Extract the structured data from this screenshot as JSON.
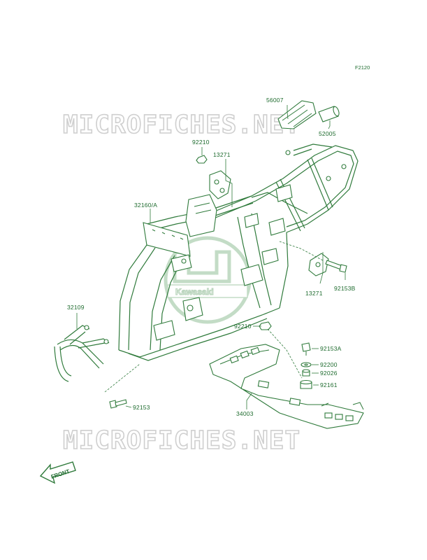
{
  "diagram_code": "F2120",
  "watermark_text": "MICROFICHES.NET",
  "logo_text": "Kawasaki",
  "front_label": "FRONT",
  "parts": [
    {
      "number": "56007"
    },
    {
      "number": "52005"
    },
    {
      "number": "92210"
    },
    {
      "number": "13271"
    },
    {
      "number": "32160/A"
    },
    {
      "number": "13271"
    },
    {
      "number": "92153B"
    },
    {
      "number": "32109"
    },
    {
      "number": "92210"
    },
    {
      "number": "92153A"
    },
    {
      "number": "92200"
    },
    {
      "number": "92026"
    },
    {
      "number": "92161"
    },
    {
      "number": "34003"
    },
    {
      "number": "92153"
    }
  ],
  "colors": {
    "line": "#2f7a3b",
    "text": "#1e6b2e",
    "watermark": "#cfcfcf"
  }
}
